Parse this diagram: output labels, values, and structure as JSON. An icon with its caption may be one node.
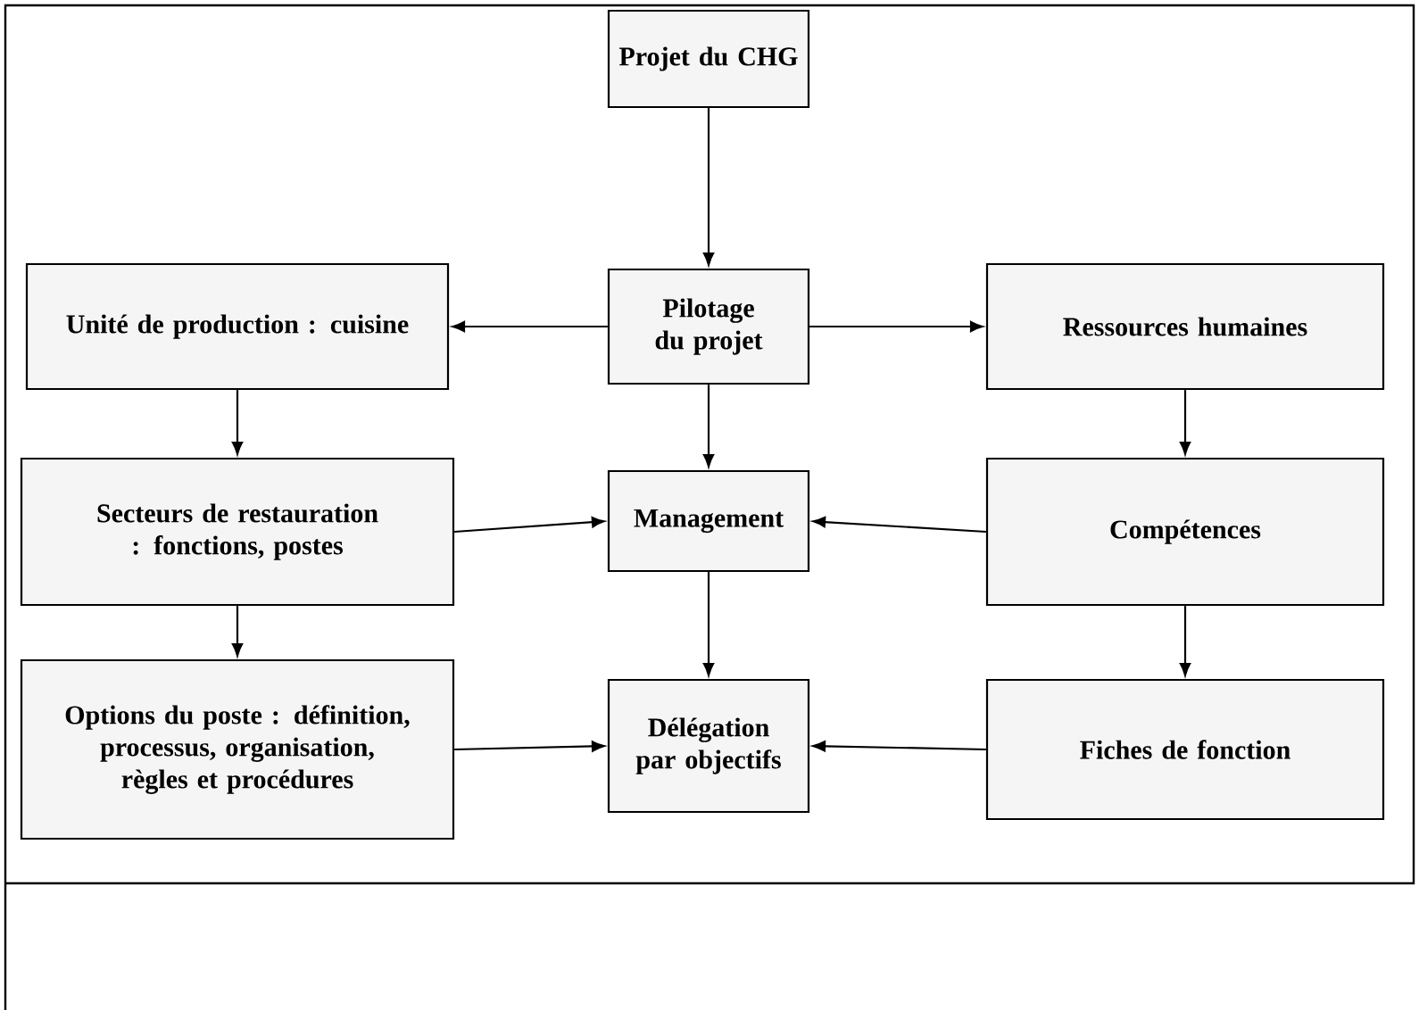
{
  "diagram": {
    "nodes": [
      {
        "text": [
          "Projet du CHG"
        ]
      },
      {
        "text": [
          "Unité de production : cuisine"
        ]
      },
      {
        "text": [
          "Pilotage du projet"
        ]
      },
      {
        "text": [
          "Ressources humaines"
        ]
      },
      {
        "text": [
          "Secteurs de restauration : fonctions, postes"
        ]
      },
      {
        "text": [
          "Management"
        ]
      },
      {
        "text": [
          "Compétences"
        ]
      },
      {
        "text": [
          "Options du poste : définition, processus, organisation, règles et procédures"
        ]
      },
      {
        "text": [
          "Délégation par objectifs"
        ]
      },
      {
        "text": [
          "Fiches de fonction"
        ]
      }
    ],
    "edges": [
      {
        "from": 0,
        "to": 2,
        "arrow": "to"
      },
      {
        "from": 2,
        "to": 1,
        "arrow": "to"
      },
      {
        "from": 2,
        "to": 3,
        "arrow": "to"
      },
      {
        "from": 1,
        "to": 4,
        "arrow": "to"
      },
      {
        "from": 2,
        "to": 5,
        "arrow": "to"
      },
      {
        "from": 3,
        "to": 6,
        "arrow": "to"
      },
      {
        "from": 4,
        "to": 5,
        "arrow": "to"
      },
      {
        "from": 6,
        "to": 5,
        "arrow": "to"
      },
      {
        "from": 4,
        "to": 7,
        "arrow": "to"
      },
      {
        "from": 5,
        "to": 8,
        "arrow": "to"
      },
      {
        "from": 6,
        "to": 9,
        "arrow": "to"
      },
      {
        "from": 7,
        "to": 8,
        "arrow": "to"
      },
      {
        "from": 9,
        "to": 8,
        "arrow": "to"
      }
    ]
  }
}
